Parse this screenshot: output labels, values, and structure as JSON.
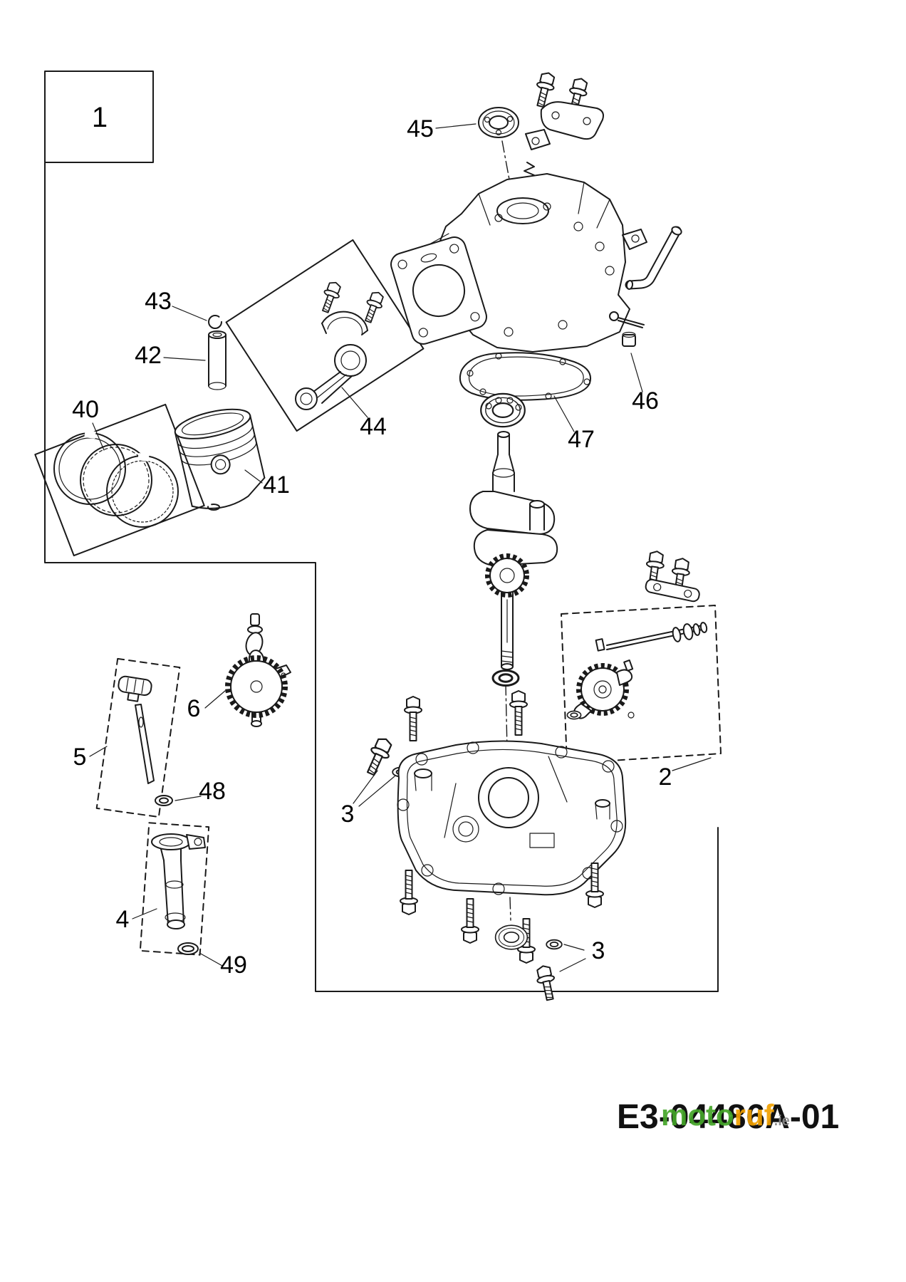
{
  "diagram": {
    "type": "exploded-parts-diagram",
    "doc_number": "E3-04486A-01",
    "watermark": {
      "brand_left": "moto",
      "brand_right": "ruf",
      "tld": ".ie"
    },
    "colors": {
      "line": "#1a1a1a",
      "watermark_green": "#45a529",
      "watermark_orange": "#f0a000",
      "watermark_tld": "#8a8a8a"
    },
    "callouts": {
      "n1": "1",
      "n2": "2",
      "n3_upper": "3",
      "n3_lower": "3",
      "n4": "4",
      "n5": "5",
      "n6": "6",
      "n40": "40",
      "n41": "41",
      "n42": "42",
      "n43": "43",
      "n44": "44",
      "n45": "45",
      "n46": "46",
      "n47": "47",
      "n48": "48",
      "n49": "49"
    }
  }
}
